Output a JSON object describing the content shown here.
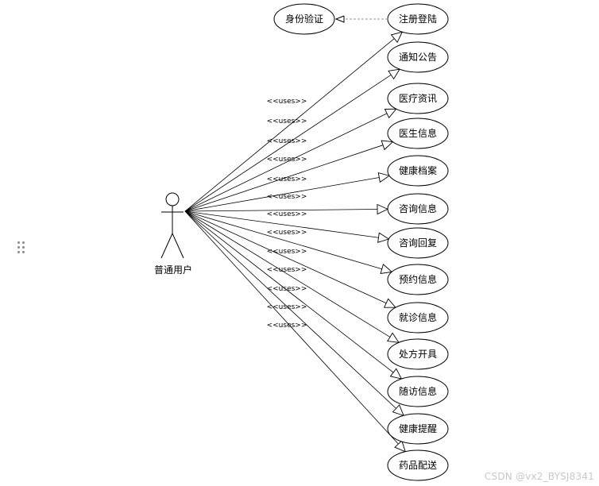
{
  "diagram": {
    "actor": {
      "label": "普通用户"
    },
    "auth_use_case": {
      "label": "身份验证"
    },
    "relation_label": "<<uses>>",
    "use_cases": [
      {
        "label": "注册登陆"
      },
      {
        "label": "通知公告"
      },
      {
        "label": "医疗资讯"
      },
      {
        "label": "医生信息"
      },
      {
        "label": "健康档案"
      },
      {
        "label": "咨询信息"
      },
      {
        "label": "咨询回复"
      },
      {
        "label": "预约信息"
      },
      {
        "label": "就诊信息"
      },
      {
        "label": "处方开具"
      },
      {
        "label": "随访信息"
      },
      {
        "label": "健康提醒"
      },
      {
        "label": "药品配送"
      }
    ]
  },
  "watermark": "CSDN @vx2_BYSJ8341",
  "icons": {
    "drag_handle": "drag-handle-icon"
  }
}
